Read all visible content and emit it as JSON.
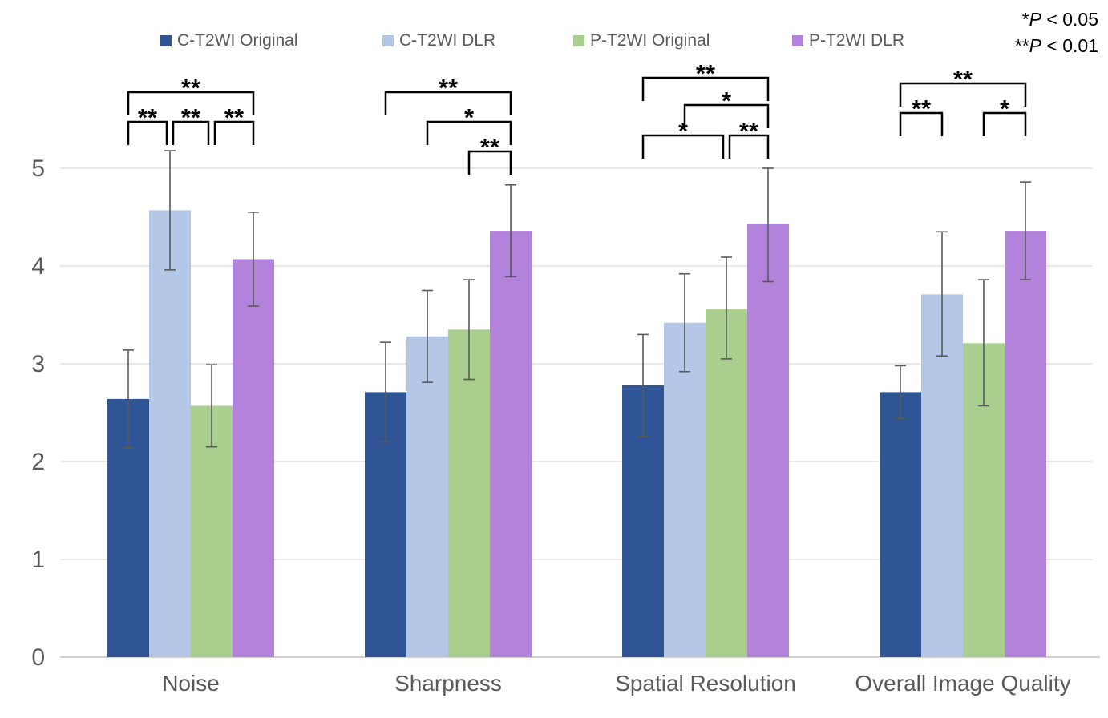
{
  "chart_data": {
    "type": "bar",
    "title": "",
    "categories": [
      "Noise",
      "Sharpness",
      "Spatial Resolution",
      "Overall Image Quality"
    ],
    "xlabel": "",
    "ylabel": "",
    "ylim": [
      0,
      5
    ],
    "yticks": [
      0,
      1,
      2,
      3,
      4,
      5
    ],
    "grid": true,
    "legend_position": "top",
    "series": [
      {
        "name": "C-T2WI Original",
        "color": "#2F5597",
        "values": [
          2.64,
          2.71,
          2.78,
          2.71
        ],
        "err_upper": [
          3.14,
          3.22,
          3.3,
          2.98
        ],
        "err_lower": [
          2.14,
          2.2,
          2.26,
          2.44
        ]
      },
      {
        "name": "C-T2WI DLR",
        "color": "#B4C7E7",
        "values": [
          4.57,
          3.28,
          3.42,
          3.71
        ],
        "err_upper": [
          5.18,
          3.75,
          3.92,
          4.35
        ],
        "err_lower": [
          3.96,
          2.81,
          2.92,
          3.08
        ]
      },
      {
        "name": "P-T2WI Original",
        "color": "#A8CF8E",
        "values": [
          2.57,
          3.35,
          3.56,
          3.21
        ],
        "err_upper": [
          2.99,
          3.86,
          4.09,
          3.86
        ],
        "err_lower": [
          2.15,
          2.84,
          3.05,
          2.57
        ]
      },
      {
        "name": "P-T2WI DLR",
        "color": "#B383DB",
        "values": [
          4.07,
          4.36,
          4.43,
          4.36
        ],
        "err_upper": [
          4.55,
          4.83,
          5.0,
          4.86
        ],
        "err_lower": [
          3.59,
          3.89,
          3.84,
          3.86
        ]
      }
    ],
    "significance": [
      {
        "group": 0,
        "brackets": [
          {
            "from": 1,
            "to": 4,
            "label": "**",
            "level": 1
          },
          {
            "from": 1,
            "to": 2,
            "label": "**",
            "level": 2
          },
          {
            "from": 2,
            "to": 3,
            "label": "**",
            "level": 2
          },
          {
            "from": 3,
            "to": 4,
            "label": "**",
            "level": 2
          }
        ]
      },
      {
        "group": 1,
        "brackets": [
          {
            "from": 1,
            "to": 4,
            "label": "**",
            "level": 1
          },
          {
            "from": 2,
            "to": 4,
            "label": "*",
            "level": 2
          },
          {
            "from": 3,
            "to": 4,
            "label": "**",
            "level": 3
          }
        ]
      },
      {
        "group": 2,
        "brackets": [
          {
            "from": 1,
            "to": 4,
            "label": "**",
            "level": 1
          },
          {
            "from": 2,
            "to": 4,
            "label": "*",
            "level": 2
          },
          {
            "from": 1,
            "to": 3,
            "label": "*",
            "level": 3
          },
          {
            "from": 3,
            "to": 4,
            "label": "**",
            "level": 3
          }
        ]
      },
      {
        "group": 3,
        "brackets": [
          {
            "from": 1,
            "to": 4,
            "label": "**",
            "level": 1
          },
          {
            "from": 1,
            "to": 2,
            "label": "**",
            "level": 2
          },
          {
            "from": 3,
            "to": 4,
            "label": "*",
            "level": 2
          }
        ]
      }
    ]
  },
  "pnote": {
    "line1": {
      "stars": "*",
      "p": "P",
      "rest": " < 0.05"
    },
    "line2": {
      "stars": "**",
      "p": "P",
      "rest": " < 0.01"
    }
  }
}
